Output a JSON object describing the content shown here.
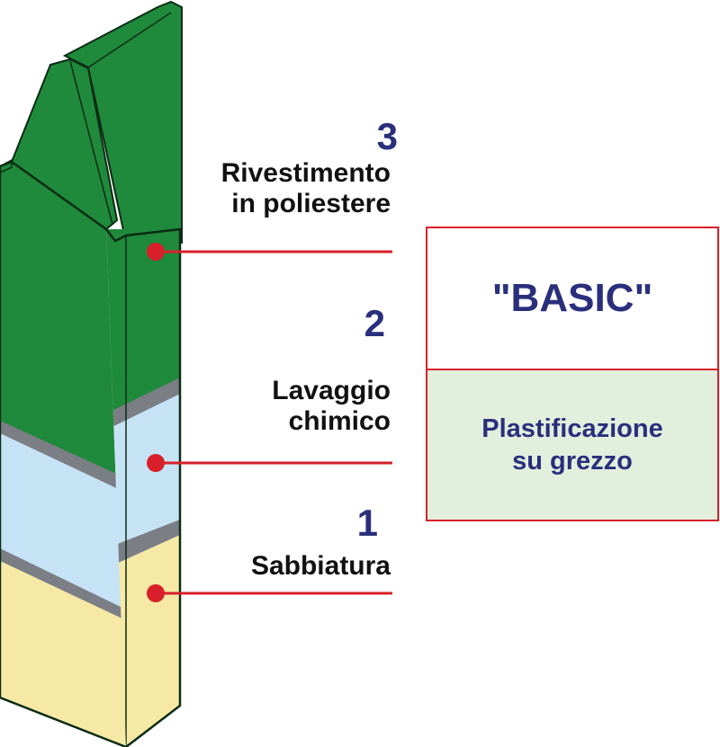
{
  "steps": [
    {
      "number": "3",
      "label_line1": "Rivestimento",
      "label_line2": "in poliestere"
    },
    {
      "number": "2",
      "label_line1": "Lavaggio",
      "label_line2": "chimico"
    },
    {
      "number": "1",
      "label_line1": "Sabbiatura"
    }
  ],
  "product": {
    "name": "\"BASIC\"",
    "desc_line1": "Plastificazione",
    "desc_line2": "su grezzo"
  },
  "colors": {
    "coating": "#1f8a3b",
    "wash": "#c6e3f6",
    "blast": "#f6e9a6",
    "accent": "#d8202a",
    "text_blue": "#2a2f7c",
    "box_fill": "#e2efdd"
  }
}
